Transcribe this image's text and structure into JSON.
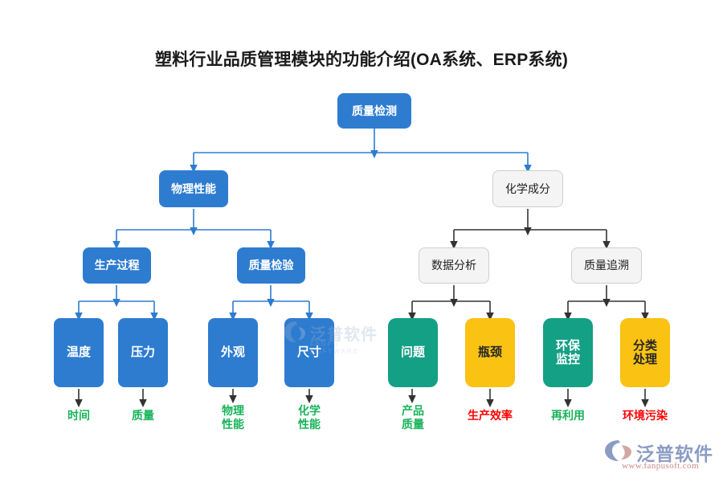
{
  "page": {
    "title": "塑料行业品质管理模块的功能介绍(OA系统、ERP系统)",
    "background": "#ffffff"
  },
  "colors": {
    "blue": "#2E7CD0",
    "green": "#14A085",
    "yellow": "#FAC213",
    "plain_fill": "#f4f4f4",
    "plain_border": "#cfcfcf",
    "edge_blue": "#2E7CD0",
    "edge_dark": "#333333",
    "label_green": "#18B35A",
    "label_red": "#FF0000",
    "title_color": "#1b1b1b"
  },
  "nodes": {
    "root": {
      "label": "质量检测",
      "style": "blue"
    },
    "level2": [
      {
        "label": "物理性能",
        "style": "blue"
      },
      {
        "label": "化学成分",
        "style": "plain"
      }
    ],
    "level3": [
      {
        "label": "生产过程",
        "style": "blue"
      },
      {
        "label": "质量检验",
        "style": "blue"
      },
      {
        "label": "数据分析",
        "style": "plain"
      },
      {
        "label": "质量追溯",
        "style": "plain"
      }
    ],
    "level4": [
      {
        "label": "温度",
        "style": "blue"
      },
      {
        "label": "压力",
        "style": "blue"
      },
      {
        "label": "外观",
        "style": "blue"
      },
      {
        "label": "尺寸",
        "style": "blue"
      },
      {
        "label": "问题",
        "style": "green"
      },
      {
        "label": "瓶颈",
        "style": "yellow"
      },
      {
        "label": "环保\n监控",
        "style": "green"
      },
      {
        "label": "分类\n处理",
        "style": "yellow"
      }
    ]
  },
  "leaf_labels": [
    {
      "label": "时间",
      "color": "green"
    },
    {
      "label": "质量",
      "color": "green"
    },
    {
      "label": "物理\n性能",
      "color": "green"
    },
    {
      "label": "化学\n性能",
      "color": "green"
    },
    {
      "label": "产品\n质量",
      "color": "green"
    },
    {
      "label": "生产效率",
      "color": "red"
    },
    {
      "label": "再利用",
      "color": "green"
    },
    {
      "label": "环境污染",
      "color": "red"
    }
  ],
  "watermark": {
    "text": "泛普软件",
    "subtext": "FANPU SOFTWARE"
  },
  "logo": {
    "name": "泛普软件",
    "url": "www.fanpusoft.com"
  }
}
